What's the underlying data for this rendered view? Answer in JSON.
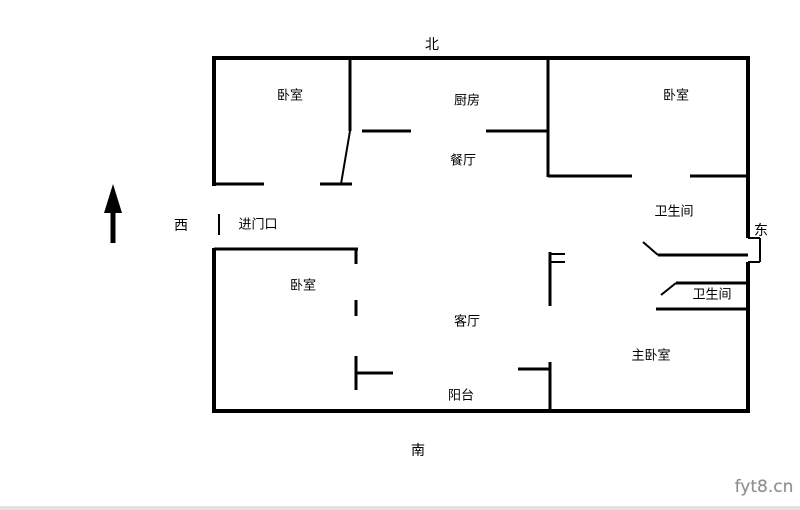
{
  "compass": {
    "north": "北",
    "south": "南",
    "west": "西",
    "east": "东"
  },
  "rooms": {
    "bedroom_top_left": "卧室",
    "kitchen": "厨房",
    "bedroom_top_right": "卧室",
    "dining_room": "餐厅",
    "entrance": "进门口",
    "bathroom_upper": "卫生间",
    "bedroom_lower_left": "卧室",
    "living_room": "客厅",
    "bathroom_right": "卫生间",
    "master_bedroom": "主卧室",
    "balcony": "阳台"
  },
  "watermark": "fyt8.cn",
  "colors": {
    "wall": "#000000",
    "background": "#ffffff",
    "watermark_text": "#8f8f8f"
  }
}
